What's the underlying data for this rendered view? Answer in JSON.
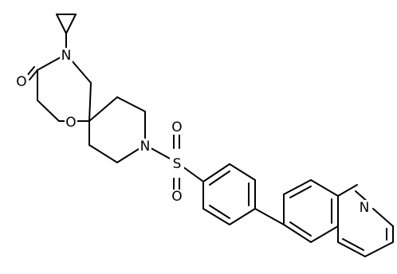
{
  "molecule": {
    "atom_labels": {
      "n_lactam": "N",
      "o_carbonyl": "O",
      "o_ring": "O",
      "n_piperidine": "N",
      "s_sulfonyl": "S",
      "o_sulfonyl_top": "O",
      "o_sulfonyl_bottom": "O",
      "n_quinoline": "N"
    }
  }
}
